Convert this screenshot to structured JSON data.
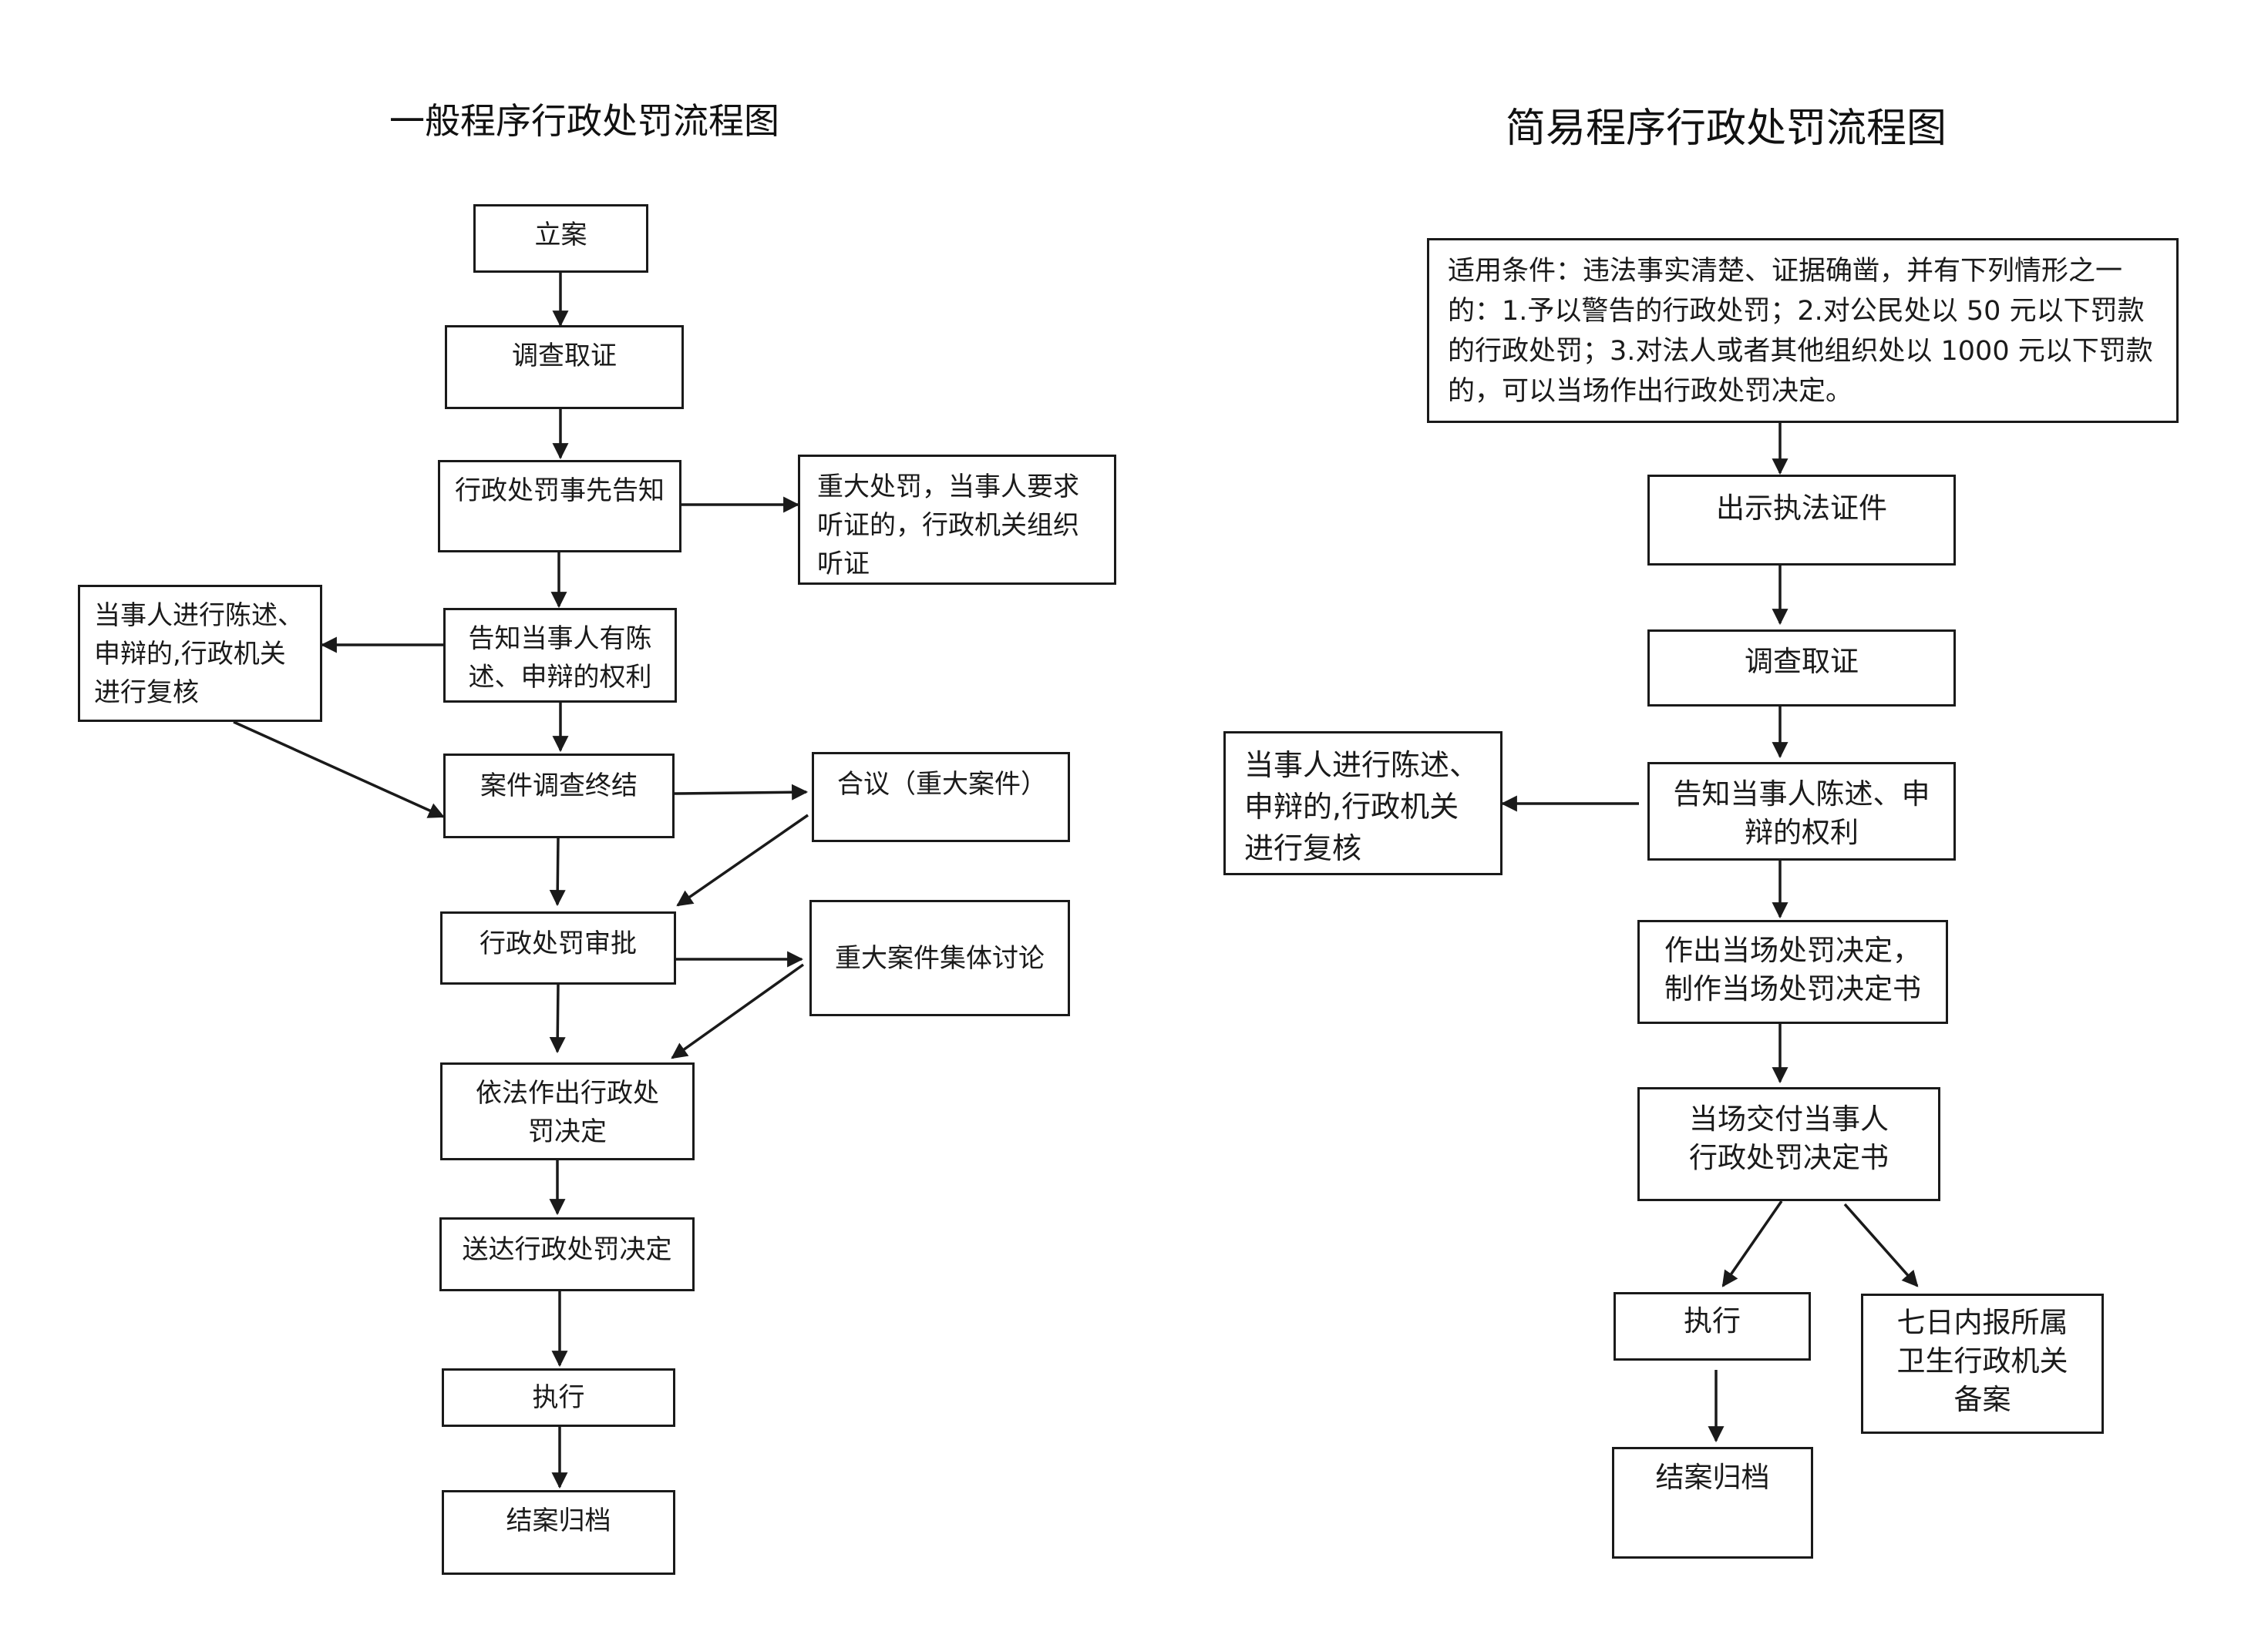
{
  "general": {
    "title": "一般程序行政处罚流程图",
    "file_case": "立案",
    "investigate": "调查取证",
    "prior_notice": "行政处罚事先告知",
    "hearing": "重大处罚，当事人要求听证的，行政机关组织听证",
    "inform_rights": "告知当事人有陈述、申辩的权利",
    "review": "当事人进行陈述、申辩的,行政机关进行复核",
    "conclude": "案件调查终结",
    "joint_review": "合议（重大案件）",
    "approval": "行政处罚审批",
    "collective": "重大案件集体讨论",
    "decision": "依法作出行政处罚决定",
    "deliver": "送达行政处罚决定",
    "execute": "执行",
    "archive": "结案归档"
  },
  "simple": {
    "title": "简易程序行政处罚流程图",
    "conditions": "适用条件：违法事实清楚、证据确凿，并有下列情形之一的：1.予以警告的行政处罚；2.对公民处以 50 元以下罚款的行政处罚；3.对法人或者其他组织处以 1000 元以下罚款的，可以当场作出行政处罚决定。",
    "show_credentials": "出示执法证件",
    "investigate": "调查取证",
    "inform_rights": "告知当事人陈述、申辩的权利",
    "review": "当事人进行陈述、申辩的,行政机关进行复核",
    "decision": "作出当场处罚决定，制作当场处罚决定书",
    "deliver": "当场交付当事人行政处罚决定书",
    "execute": "执行",
    "report": "七日内报所属卫生行政机关备案",
    "archive": "结案归档"
  }
}
